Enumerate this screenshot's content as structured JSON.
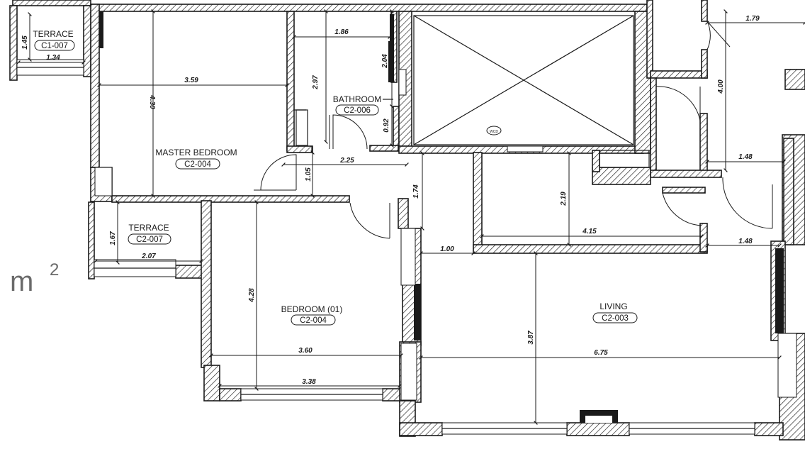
{
  "rooms": {
    "terrace_top": {
      "name": "TERRACE",
      "code": "C1-007"
    },
    "master_bedroom": {
      "name": "MASTER BEDROOM",
      "code": "C2-004"
    },
    "bathroom": {
      "name": "BATHROOM",
      "code": "C2-006"
    },
    "terrace_mid": {
      "name": "TERRACE",
      "code": "C2-007"
    },
    "bedroom_01": {
      "name": "BEDROOM (01)",
      "code": "C2-004"
    },
    "living": {
      "name": "LIVING",
      "code": "C2-003"
    }
  },
  "dimensions": {
    "d_1_45": "1.45",
    "d_1_34": "1.34",
    "d_3_59": "3.59",
    "d_4_30": "4.30",
    "d_1_86": "1.86",
    "d_2_97": "2.97",
    "d_2_04": "2.04",
    "d_0_92": "0.92",
    "d_2_25": "2.25",
    "d_1_05": "1.05",
    "d_1_74": "1.74",
    "d_1_79": "1.79",
    "d_4_00": "4.00",
    "d_1_48a": "1.48",
    "d_1_48b": "1.48",
    "d_2_19": "2.19",
    "d_4_15": "4.15",
    "d_1_00": "1.00",
    "d_1_67": "1.67",
    "d_2_07": "2.07",
    "d_4_28": "4.28",
    "d_3_60": "3.60",
    "d_3_38": "3.38",
    "d_3_87": "3.87",
    "d_6_75": "6.75"
  },
  "shaft_label": "WCD",
  "unit_label": {
    "base": "m",
    "exp": "2"
  }
}
